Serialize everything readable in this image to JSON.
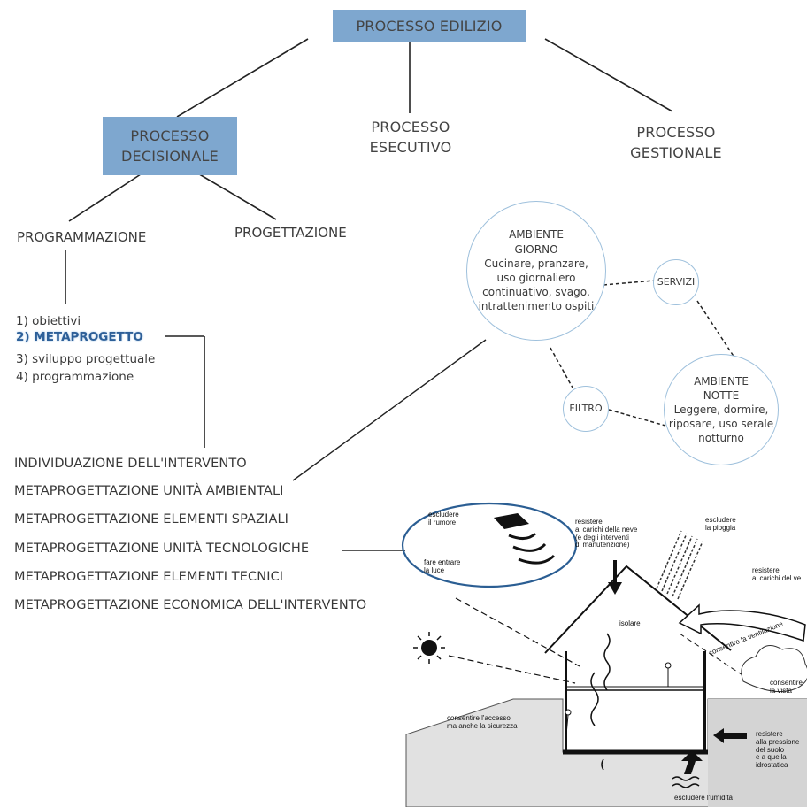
{
  "tree": {
    "root": "PROCESSO EDILIZIO",
    "decisionale": [
      "PROCESSO",
      "DECISIONALE"
    ],
    "esecutivo": [
      "PROCESSO",
      "ESECUTIVO"
    ],
    "gestionale": [
      "PROCESSO",
      "GESTIONALE"
    ],
    "programmazione": "PROGRAMMAZIONE",
    "progettazione": "PROGETTAZIONE"
  },
  "steps": [
    "1) obiettivi",
    "2) METAPROGETTO",
    "3) sviluppo progettuale",
    "4) programmazione"
  ],
  "phases": [
    "INDIVIDUAZIONE DELL'INTERVENTO",
    "METAPROGETTAZIONE UNITÀ AMBIENTALI",
    "METAPROGETTAZIONE ELEMENTI SPAZIALI",
    "METAPROGETTAZIONE UNITÀ TECNOLOGICHE",
    "METAPROGETTAZIONE ELEMENTI TECNICI",
    "METAPROGETTAZIONE ECONOMICA DELL'INTERVENTO"
  ],
  "bubbles": {
    "giorno": {
      "title": [
        "AMBIENTE",
        "GIORNO"
      ],
      "text": [
        "Cucinare, pranzare,",
        "uso giornaliero",
        "continuativo, svago,",
        "intrattenimento ospiti"
      ]
    },
    "servizi": "SERVIZI",
    "filtro": "FILTRO",
    "notte": {
      "title": [
        "AMBIENTE",
        "NOTTE"
      ],
      "text": [
        "Leggere, dormire,",
        "riposare, uso serale",
        "notturno"
      ]
    }
  },
  "house_labels": {
    "rumore": [
      "escludere",
      "il rumore"
    ],
    "neve": [
      "resistere",
      "ai carichi della neve",
      "(e degli interventi",
      "di manutenzione)"
    ],
    "pioggia": [
      "escludere",
      "la pioggia"
    ],
    "vento": [
      "resistere",
      "ai carichi del ve"
    ],
    "luce": [
      "fare entrare",
      "la luce"
    ],
    "isolare": [
      "isolare"
    ],
    "ventilazione": [
      "consentire la ventilazione"
    ],
    "vista": [
      "consentire",
      "la vista"
    ],
    "accesso": [
      "consentire l'accesso",
      "ma anche la sicurezza"
    ],
    "pressione": [
      "resistere",
      "alla pressione",
      "del suolo",
      "e a quella",
      "idrostatica"
    ],
    "umidita": [
      "escludere l'umidità"
    ]
  },
  "colors": {
    "box": "#7ea7cf",
    "circle_border": "#9ec0dc",
    "highlight": "#2d5f98"
  }
}
